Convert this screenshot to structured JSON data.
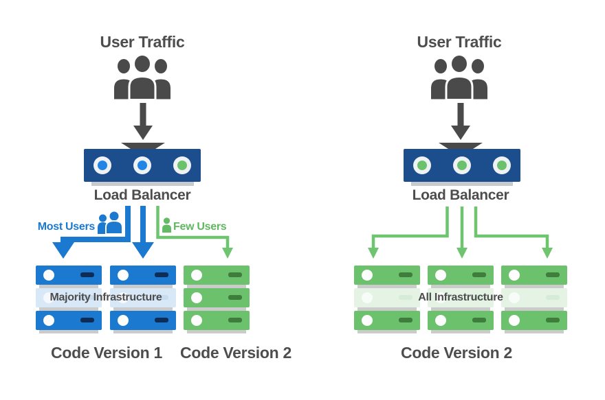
{
  "diagram": {
    "left": {
      "title": "User Traffic",
      "lb_label": "Load Balancer",
      "lb_ports": [
        "blue",
        "blue",
        "green"
      ],
      "most_users_label": "Most Users",
      "few_users_label": "Few Users",
      "infra_label": "Majority Infrastructure",
      "code_label_v1": "Code Version 1",
      "code_label_v2": "Code Version 2"
    },
    "right": {
      "title": "User Traffic",
      "lb_label": "Load Balancer",
      "lb_ports": [
        "green",
        "green",
        "green"
      ],
      "infra_label": "All Infrastructure",
      "code_label_v2": "Code Version 2"
    },
    "colors": {
      "icon_dark_gray": "#4a4a4a",
      "text_gray": "#4d4d4d",
      "load_balancer_navy": "#1c4e8e",
      "version1_blue": "#1b79d0",
      "version2_green": "#6cc26c",
      "arrow_green": "#6fc46f",
      "faded_blue_row": "#d8e8f7",
      "faded_green_row": "#e4f3e4",
      "shadow_gray": "#cbcbcb"
    }
  }
}
